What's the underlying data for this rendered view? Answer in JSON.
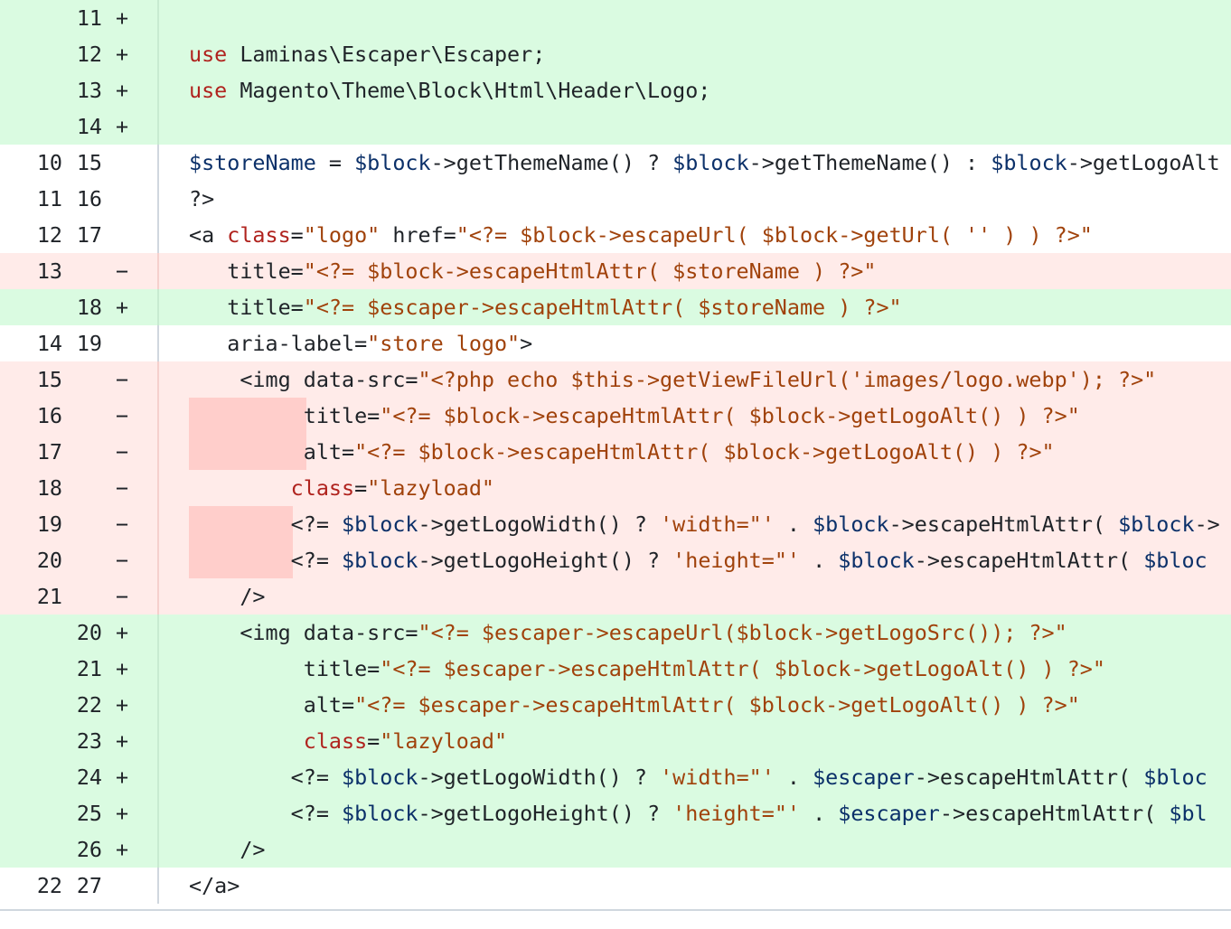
{
  "diff": {
    "rows": [
      {
        "type": "add",
        "old": "",
        "new": "11",
        "sign": "+",
        "code": ""
      },
      {
        "type": "add",
        "old": "",
        "new": "12",
        "sign": "+",
        "code": "use Laminas\\Escaper\\Escaper;"
      },
      {
        "type": "add",
        "old": "",
        "new": "13",
        "sign": "+",
        "code": "use Magento\\Theme\\Block\\Html\\Header\\Logo;"
      },
      {
        "type": "add",
        "old": "",
        "new": "14",
        "sign": "+",
        "code": ""
      },
      {
        "type": "ctx",
        "old": "10",
        "new": "15",
        "sign": "",
        "code": "$storeName = $block->getThemeName() ? $block->getThemeName() : $block->getLogoAlt"
      },
      {
        "type": "ctx",
        "old": "11",
        "new": "16",
        "sign": "",
        "code": "?>"
      },
      {
        "type": "ctx",
        "old": "12",
        "new": "17",
        "sign": "",
        "code": "<a class=\"logo\" href=\"<?= $block->escapeUrl( $block->getUrl( '' ) ) ?>\""
      },
      {
        "type": "del",
        "old": "13",
        "new": "",
        "sign": "−",
        "code": "   title=\"<?= $block->escapeHtmlAttr( $storeName ) ?>\""
      },
      {
        "type": "add",
        "old": "",
        "new": "18",
        "sign": "+",
        "code": "   title=\"<?= $escaper->escapeHtmlAttr( $storeName ) ?>\""
      },
      {
        "type": "ctx",
        "old": "14",
        "new": "19",
        "sign": "",
        "code": "   aria-label=\"store logo\">"
      },
      {
        "type": "del",
        "old": "15",
        "new": "",
        "sign": "−",
        "code": "    <img data-src=\"<?php echo $this->getViewFileUrl('images/logo.webp'); ?>\""
      },
      {
        "type": "del",
        "old": "16",
        "new": "",
        "sign": "−",
        "code": "         title=\"<?= $block->escapeHtmlAttr( $block->getLogoAlt() ) ?>\""
      },
      {
        "type": "del",
        "old": "17",
        "new": "",
        "sign": "−",
        "code": "         alt=\"<?= $block->escapeHtmlAttr( $block->getLogoAlt() ) ?>\""
      },
      {
        "type": "del",
        "old": "18",
        "new": "",
        "sign": "−",
        "code": "        class=\"lazyload\""
      },
      {
        "type": "del",
        "old": "19",
        "new": "",
        "sign": "−",
        "code": "        <?= $block->getLogoWidth() ? 'width=\"' . $block->escapeHtmlAttr( $block->"
      },
      {
        "type": "del",
        "old": "20",
        "new": "",
        "sign": "−",
        "code": "        <?= $block->getLogoHeight() ? 'height=\"' . $block->escapeHtmlAttr( $bloc"
      },
      {
        "type": "del",
        "old": "21",
        "new": "",
        "sign": "−",
        "code": "    />"
      },
      {
        "type": "add",
        "old": "",
        "new": "20",
        "sign": "+",
        "code": "    <img data-src=\"<?= $escaper->escapeUrl($block->getLogoSrc()); ?>\""
      },
      {
        "type": "add",
        "old": "",
        "new": "21",
        "sign": "+",
        "code": "         title=\"<?= $escaper->escapeHtmlAttr( $block->getLogoAlt() ) ?>\""
      },
      {
        "type": "add",
        "old": "",
        "new": "22",
        "sign": "+",
        "code": "         alt=\"<?= $escaper->escapeHtmlAttr( $block->getLogoAlt() ) ?>\""
      },
      {
        "type": "add",
        "old": "",
        "new": "23",
        "sign": "+",
        "code": "         class=\"lazyload\""
      },
      {
        "type": "add",
        "old": "",
        "new": "24",
        "sign": "+",
        "code": "        <?= $block->getLogoWidth() ? 'width=\"' . $escaper->escapeHtmlAttr( $bloc"
      },
      {
        "type": "add",
        "old": "",
        "new": "25",
        "sign": "+",
        "code": "        <?= $block->getLogoHeight() ? 'height=\"' . $escaper->escapeHtmlAttr( $bl"
      },
      {
        "type": "add",
        "old": "",
        "new": "26",
        "sign": "+",
        "code": "    />"
      },
      {
        "type": "ctx",
        "old": "22",
        "new": "27",
        "sign": "",
        "code": "</a>"
      }
    ]
  },
  "colors": {
    "added_bg": "#dafbe1",
    "removed_bg": "#ffebe9",
    "keyword": "#b0231e",
    "string": "#a0420b",
    "variable": "#0b3069"
  }
}
